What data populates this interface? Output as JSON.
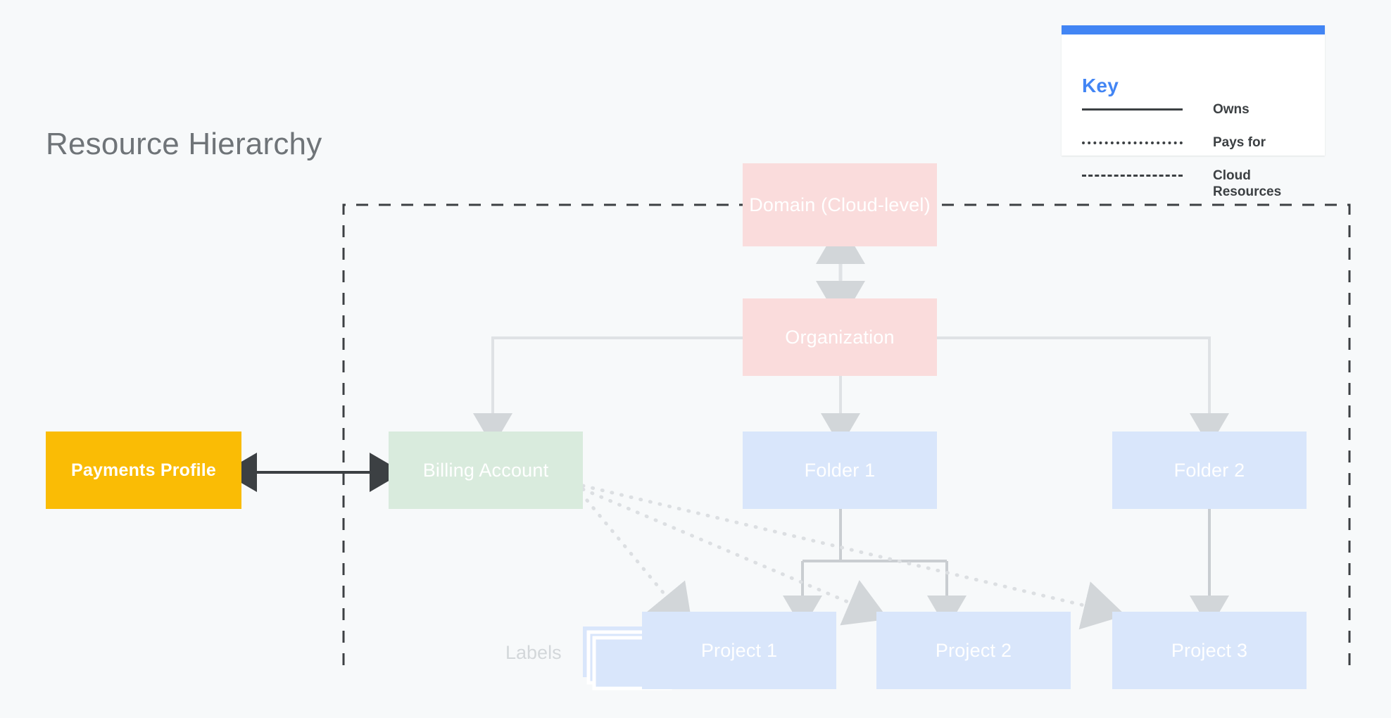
{
  "page": {
    "title": "Resource Hierarchy",
    "background_color": "#f7f9fa"
  },
  "key": {
    "heading": "Key",
    "accent_color": "#4285f4",
    "items": [
      {
        "style": "solid",
        "label": "Owns"
      },
      {
        "style": "dotted",
        "label": "Pays for"
      },
      {
        "style": "dashed",
        "label": "Cloud\nResources"
      }
    ]
  },
  "diagram": {
    "type": "hierarchy",
    "cloud_boundary_label": "Cloud Resources",
    "nodes": [
      {
        "id": "domain",
        "label": "Domain (Cloud-level)",
        "color": "#fadcdc",
        "text_color": "#ffffff"
      },
      {
        "id": "organization",
        "label": "Organization",
        "color": "#fadcdc",
        "text_color": "#ffffff"
      },
      {
        "id": "billing",
        "label": "Billing Account",
        "color": "#d9ebdd",
        "text_color": "#ffffff"
      },
      {
        "id": "payments",
        "label": "Payments Profile",
        "color": "#fabc05",
        "text_color": "#ffffff"
      },
      {
        "id": "folder1",
        "label": "Folder 1",
        "color": "#d9e6fb",
        "text_color": "#ffffff"
      },
      {
        "id": "folder2",
        "label": "Folder 2",
        "color": "#d9e6fb",
        "text_color": "#ffffff"
      },
      {
        "id": "project1",
        "label": "Project 1",
        "color": "#d9e6fb",
        "text_color": "#ffffff"
      },
      {
        "id": "project2",
        "label": "Project 2",
        "color": "#d9e6fb",
        "text_color": "#ffffff"
      },
      {
        "id": "project3",
        "label": "Project 3",
        "color": "#d9e6fb",
        "text_color": "#ffffff"
      }
    ],
    "labels_annotation": "Labels",
    "edges": [
      {
        "from": "domain",
        "to": "organization",
        "style": "solid",
        "arrow": "both"
      },
      {
        "from": "organization",
        "to": "billing",
        "style": "solid",
        "arrow": "to"
      },
      {
        "from": "organization",
        "to": "folder1",
        "style": "solid",
        "arrow": "to"
      },
      {
        "from": "organization",
        "to": "folder2",
        "style": "solid",
        "arrow": "to"
      },
      {
        "from": "folder1",
        "to": "project1",
        "style": "solid",
        "arrow": "to"
      },
      {
        "from": "folder1",
        "to": "project2",
        "style": "solid",
        "arrow": "to"
      },
      {
        "from": "folder2",
        "to": "project3",
        "style": "solid",
        "arrow": "to"
      },
      {
        "from": "payments",
        "to": "billing",
        "style": "solid",
        "arrow": "both"
      },
      {
        "from": "billing",
        "to": "project1",
        "style": "dotted",
        "arrow": "to"
      },
      {
        "from": "billing",
        "to": "project2",
        "style": "dotted",
        "arrow": "to"
      },
      {
        "from": "billing",
        "to": "project3",
        "style": "dotted",
        "arrow": "to"
      }
    ]
  }
}
